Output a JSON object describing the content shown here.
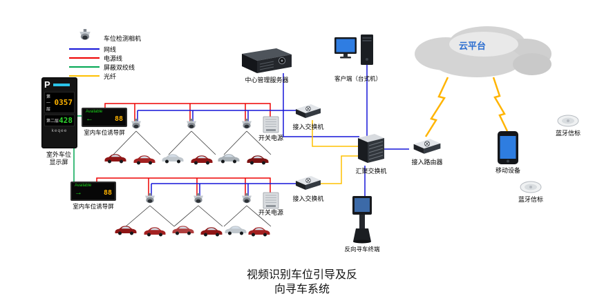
{
  "title": {
    "line1": "视频识别车位引导及反",
    "line2": "向寻车系统"
  },
  "legend": {
    "camera_label": "车位检测相机",
    "items": [
      {
        "label": "网线",
        "color": "#1414d8"
      },
      {
        "label": "电源线",
        "color": "#ee0000"
      },
      {
        "label": "屏蔽双绞线",
        "color": "#00a651"
      },
      {
        "label": "光纤",
        "color": "#ffc000"
      }
    ]
  },
  "outdoor_display": {
    "label_line1": "室外车位",
    "label_line2": "显示屏",
    "logo": "P",
    "rows": [
      {
        "name": "第一层",
        "value": "0357",
        "color": "#ffb300"
      },
      {
        "name": "第二层",
        "value": "428",
        "color": "#2fd42f"
      }
    ],
    "brand": "keqee"
  },
  "indoor_screens": [
    {
      "label": "室内车位诱导屏",
      "line1": "Available",
      "arrow": "←",
      "count": "88"
    },
    {
      "label": "室内车位诱导屏",
      "line1": "Available",
      "arrow": "→",
      "count": "88"
    }
  ],
  "devices": {
    "server": {
      "label": "中心管理服务器"
    },
    "client": {
      "label": "客户端（台式机）"
    },
    "cloud": {
      "label": "云平台",
      "label_color": "#2e6fd0"
    },
    "power1": {
      "label": "开关电源"
    },
    "power2": {
      "label": "开关电源"
    },
    "access_switch1": {
      "label": "接入交换机"
    },
    "access_switch2": {
      "label": "接入交换机"
    },
    "aggregation_switch": {
      "label": "汇聚交换机"
    },
    "router": {
      "label": "接入路由器"
    },
    "mobile": {
      "label": "移动设备"
    },
    "beacon1": {
      "label": "蓝牙信标"
    },
    "beacon2": {
      "label": "蓝牙信标"
    },
    "kiosk": {
      "label": "反向寻车终端"
    }
  }
}
